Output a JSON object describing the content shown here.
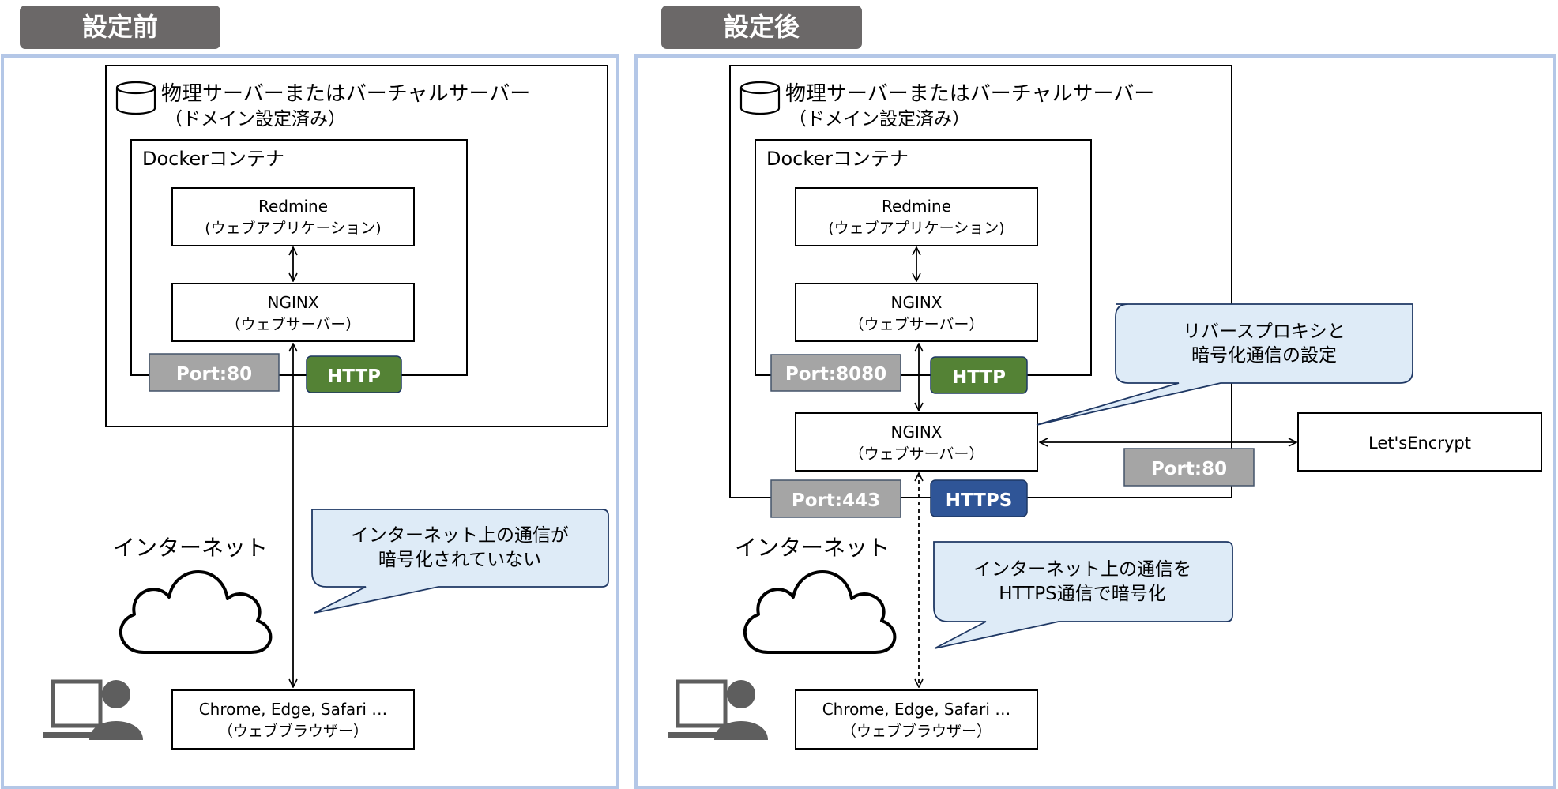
{
  "before": {
    "title": "設定前",
    "server_title": "物理サーバーまたはバーチャルサーバー",
    "server_subtitle": "（ドメイン設定済み）",
    "container_title": "Dockerコンテナ",
    "redmine_name": "Redmine",
    "redmine_desc": "(ウェブアプリケーション)",
    "nginx_name": "NGINX",
    "nginx_desc": "（ウェブサーバー）",
    "port_label": "Port:80",
    "protocol_label": "HTTP",
    "internet_label": "インターネット",
    "callout_line1": "インターネット上の通信が",
    "callout_line2": "暗号化されていない",
    "browser_name": "Chrome, Edge, Safari …",
    "browser_desc": "（ウェブブラウザー）"
  },
  "after": {
    "title": "設定後",
    "server_title": "物理サーバーまたはバーチャルサーバー",
    "server_subtitle": "（ドメイン設定済み）",
    "container_title": "Dockerコンテナ",
    "redmine_name": "Redmine",
    "redmine_desc": "(ウェブアプリケーション)",
    "nginx_name": "NGINX",
    "nginx_desc": "（ウェブサーバー）",
    "port_inner_label": "Port:8080",
    "protocol_inner_label": "HTTP",
    "proxy_name": "NGINX",
    "proxy_desc": "（ウェブサーバー）",
    "proxy_callout_line1": "リバースプロキシと",
    "proxy_callout_line2": "暗号化通信の設定",
    "letsencrypt_label": "Let'sEncrypt",
    "port_le_label": "Port:80",
    "port_outer_label": "Port:443",
    "protocol_outer_label": "HTTPS",
    "internet_label": "インターネット",
    "callout_line1": "インターネット上の通信を",
    "callout_line2": "HTTPS通信で暗号化",
    "browser_name": "Chrome, Edge, Safari …",
    "browser_desc": "（ウェブブラウザー）"
  },
  "colors": {
    "panel_border": "#b4c7e7",
    "title_tab": "#6b6868",
    "port_gray": "#a5a5a5",
    "http_green": "#548235",
    "https_blue": "#2f5597",
    "callout_fill": "#deebf7",
    "callout_border": "#1f3864",
    "person_gray": "#5e5e5e"
  }
}
